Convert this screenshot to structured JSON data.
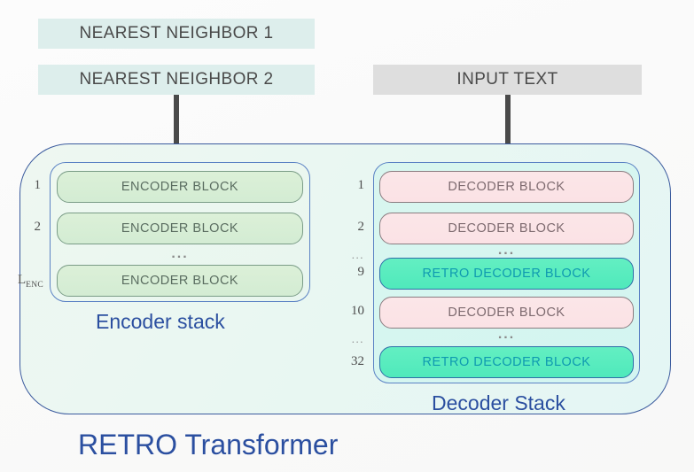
{
  "diagram": {
    "title": "RETRO Transformer",
    "inputs": [
      {
        "id": "nn1",
        "label": "NEAREST NEIGHBOR 1",
        "kind": "nearest-neighbor"
      },
      {
        "id": "nn2",
        "label": "NEAREST NEIGHBOR 2",
        "kind": "nearest-neighbor"
      },
      {
        "id": "input-text",
        "label": "INPUT TEXT",
        "kind": "input-text"
      }
    ],
    "encoder_stack": {
      "caption": "Encoder stack",
      "depth_label": "L",
      "depth_subscript": "ENC",
      "rows": [
        {
          "number": "1",
          "label": "ENCODER BLOCK",
          "type": "encoder"
        },
        {
          "number": "2",
          "label": "ENCODER BLOCK",
          "type": "encoder"
        },
        {
          "number": "",
          "label": "...",
          "type": "ellipsis"
        },
        {
          "number": "L_ENC",
          "label": "ENCODER BLOCK",
          "type": "encoder"
        }
      ]
    },
    "decoder_stack": {
      "caption": "Decoder Stack",
      "rows": [
        {
          "number": "1",
          "label": "DECODER BLOCK",
          "type": "decoder"
        },
        {
          "number": "2",
          "label": "DECODER BLOCK",
          "type": "decoder"
        },
        {
          "number": "...",
          "label": "...",
          "type": "ellipsis"
        },
        {
          "number": "9",
          "label": "RETRO DECODER BLOCK",
          "type": "retro"
        },
        {
          "number": "10",
          "label": "DECODER BLOCK",
          "type": "decoder"
        },
        {
          "number": "...",
          "label": "...",
          "type": "ellipsis"
        },
        {
          "number": "32",
          "label": "RETRO DECODER BLOCK",
          "type": "retro"
        }
      ]
    },
    "colors": {
      "page_background": "#fafafa",
      "nearest_neighbor_chip": "#ddeeec",
      "input_text_chip": "#dedede",
      "outer_container_border": "#3b5b9e",
      "outer_container_fill": "#e9f7f2",
      "stack_border": "#5b82c4",
      "encoder_block_fill": "#d7eed6",
      "encoder_block_border": "#7a9c87",
      "decoder_block_fill": "#fbe4e6",
      "decoder_block_border": "#8a7c80",
      "retro_block_fill": "#57ecbe",
      "retro_block_border": "#2f6fa8",
      "retro_block_text": "#0f9ab0",
      "caption_text": "#2b4fa0",
      "arrow": "#4a4a4a"
    }
  }
}
